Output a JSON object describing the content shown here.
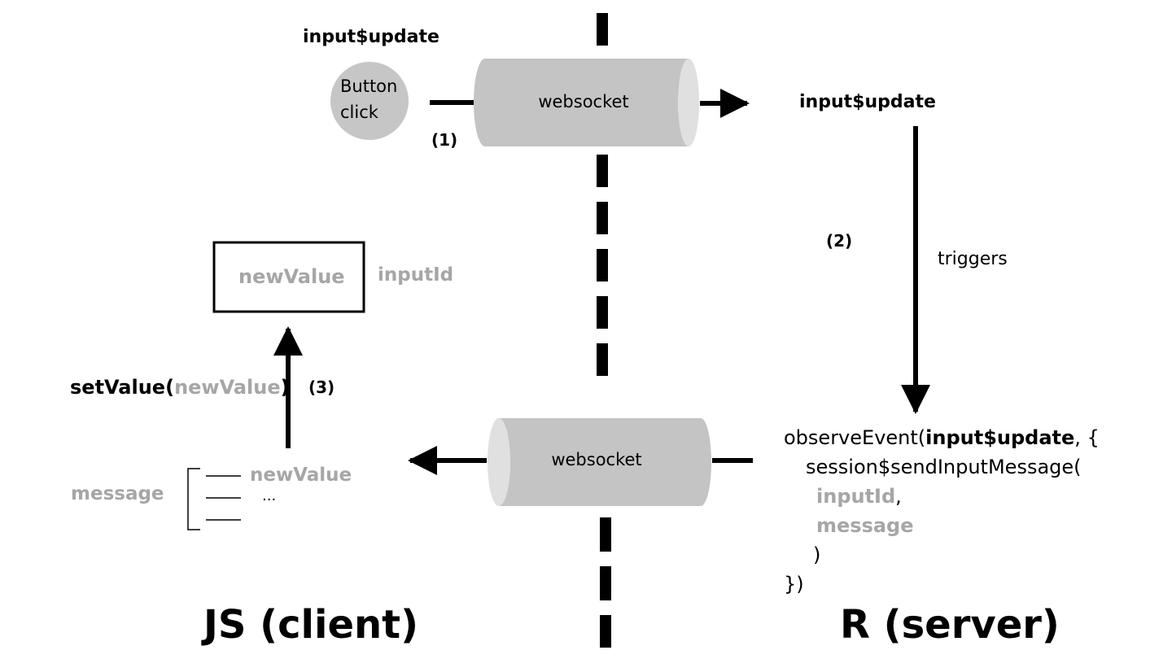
{
  "client": {
    "heading": "JS (client)",
    "button_label_line1": "Button",
    "button_label_line2": "click",
    "input_event_label": "input$update",
    "step1_label": "(1)",
    "value_box_text": "newValue",
    "input_id_label": "inputId",
    "set_value_prefix": "setValue(",
    "set_value_arg": "newValue",
    "set_value_suffix": ")",
    "step3_label": "(3)",
    "message_label": "message",
    "message_field_value": "newValue",
    "message_ellipsis": "..."
  },
  "server": {
    "heading": "R (server)",
    "input_event_label": "input$update",
    "step2_label": "(2)",
    "triggers_label": "triggers",
    "code": {
      "line1_prefix": "observeEvent(",
      "line1_bold": "input$update",
      "line1_suffix": ", {",
      "line2": "session$sendInputMessage(",
      "line3_arg": "inputId",
      "line3_suffix": ",",
      "line4_arg": "message",
      "line5": ")",
      "line6": "})"
    }
  },
  "channels": {
    "top_label": "websocket",
    "bottom_label": "websocket"
  },
  "colors": {
    "cylinder_fill": "#c4c4c4",
    "cylinder_end": "#e0e0e0",
    "grey_text": "#a6a6a6",
    "button_fill": "#c6c6c6"
  }
}
